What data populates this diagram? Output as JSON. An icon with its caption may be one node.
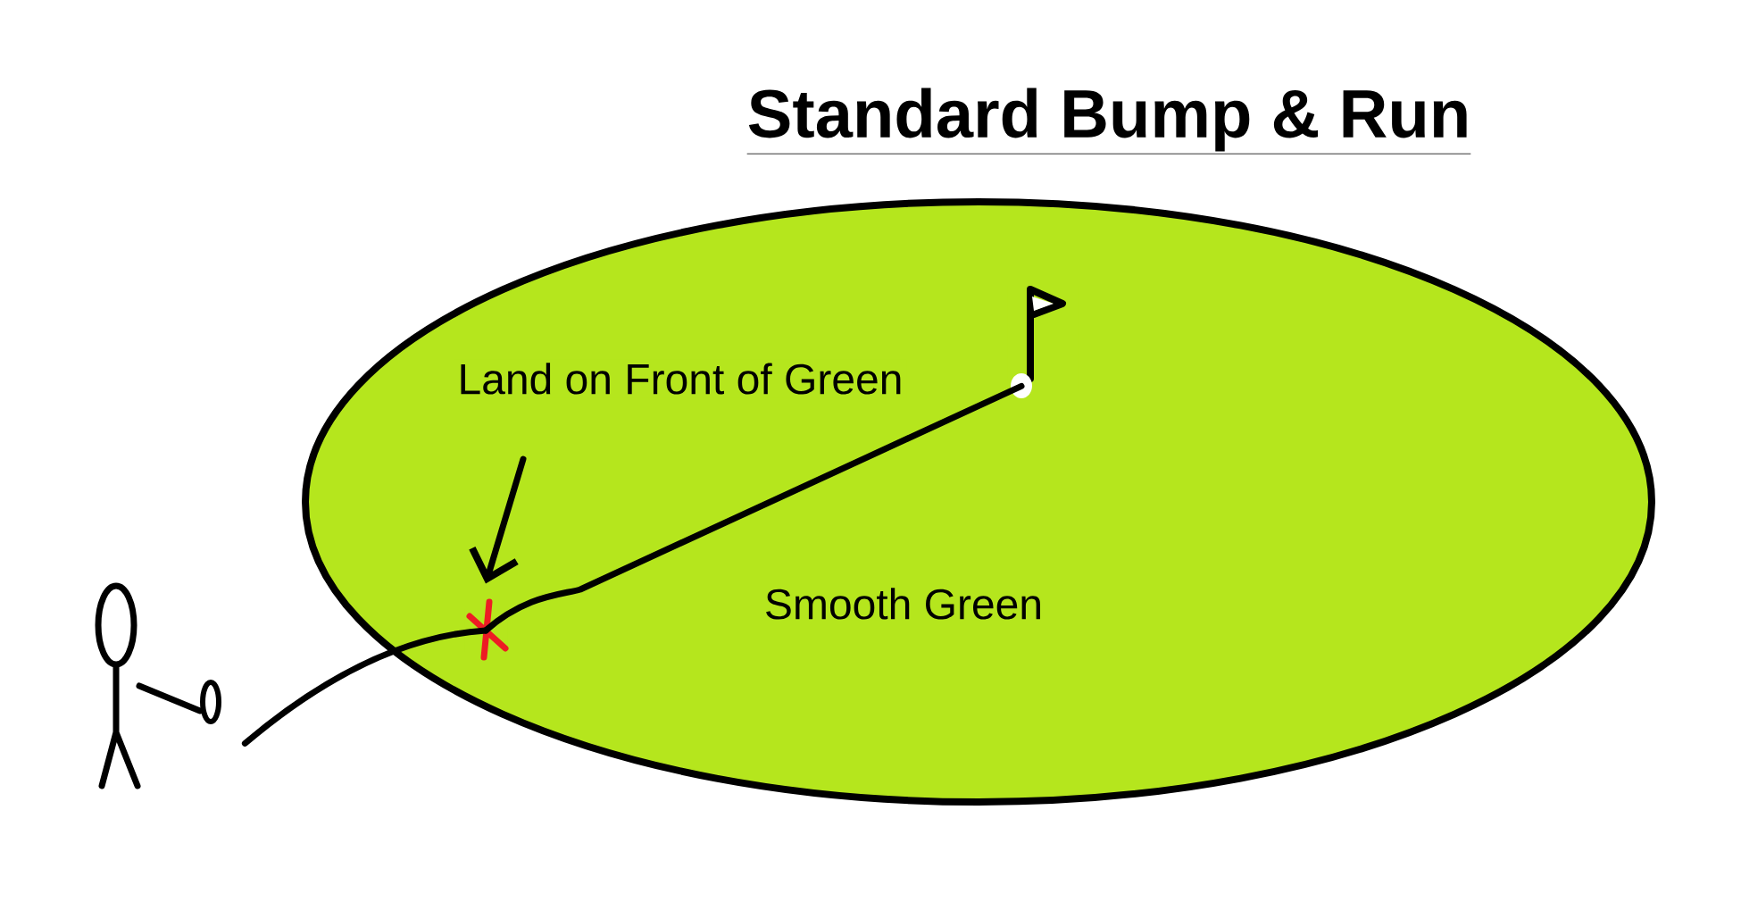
{
  "diagram": {
    "title": "Standard Bump & Run",
    "nodes": [
      {
        "text": [
          "Smooth Green"
        ]
      },
      {
        "text": [
          "Land on Front of Green"
        ],
        "in": 0
      },
      {
        "text": [],
        "shape": "cross",
        "in": 0
      },
      {
        "text": [],
        "shape": "picture",
        "in": 0
      },
      {
        "text": [],
        "shape": "person"
      }
    ],
    "edges": [
      {
        "from": 1,
        "to": 2,
        "arrow": "to"
      },
      {
        "from": 4,
        "to": 2,
        "arrow": "none"
      },
      {
        "from": 2,
        "to": 3,
        "arrow": "none"
      }
    ]
  }
}
